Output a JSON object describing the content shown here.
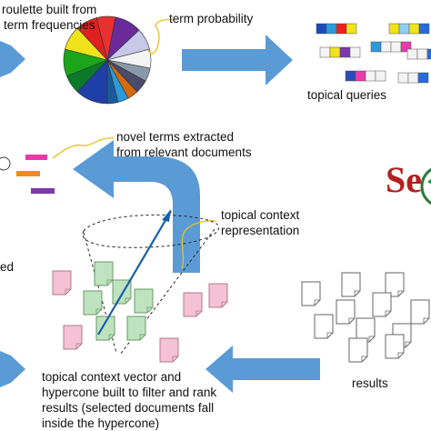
{
  "labels": {
    "roulette": [
      "roulette built from",
      "term frequencies"
    ],
    "term_probability": "term probability",
    "topical_queries": "topical queries",
    "novel_terms": [
      "novel terms extracted",
      "from relevant documents"
    ],
    "topical_context": [
      "topical context",
      "representation"
    ],
    "left_cut": "ed",
    "results": "results",
    "hypercone": [
      "topical context vector and",
      "hypercone built to filter and rank",
      "results (selected documents fall",
      "inside the hypercone)"
    ]
  },
  "logo": {
    "text": "Se"
  },
  "colors": {
    "arrow_blue": "#5b9bd5",
    "pie": [
      "#1f3fa8",
      "#0a7a2a",
      "#1aa51a",
      "#f0e31a",
      "#e02020",
      "#e83030",
      "#6a2a9a",
      "#c8c8e8",
      "#f4f4f4",
      "#8899aa",
      "#4a4a6a",
      "#d46a10",
      "#2a9ad8",
      "#1a5a9a"
    ],
    "doc_pink": "#f4c2d4",
    "doc_green": "#bfe3bf",
    "term_pink": "#e83aa8",
    "term_orange": "#f08a1a",
    "term_purple": "#7a3aa8"
  }
}
